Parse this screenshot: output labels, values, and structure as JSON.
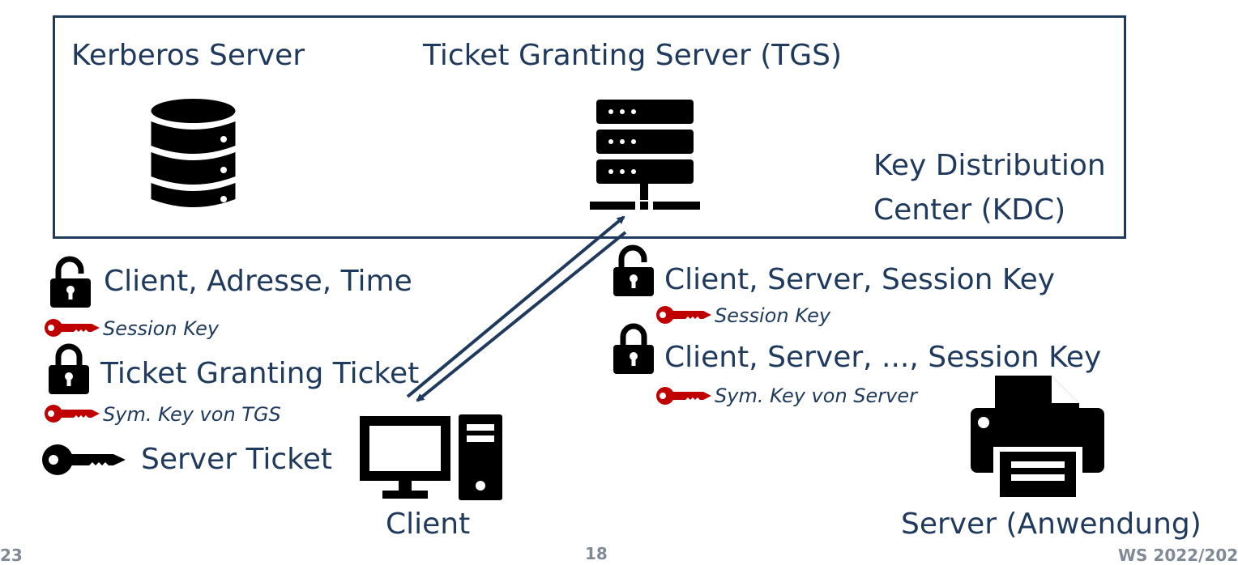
{
  "kdc": {
    "kerberos_server": "Kerberos Server",
    "tgs": "Ticket Granting Server (TGS)",
    "kdc_line1": "Key Distribution",
    "kdc_line2": "Center (KDC)"
  },
  "left_messages": {
    "client_address_time": "Client, Adresse, Time",
    "session_key": "Session Key",
    "ticket_granting_ticket": "Ticket Granting Ticket",
    "sym_key_tgs": "Sym. Key von TGS",
    "server_ticket": "Server Ticket"
  },
  "right_messages": {
    "client_server_session_key": "Client, Server, Session Key",
    "session_key": "Session Key",
    "client_server_ellipsis_session_key": "Client, Server, ..., Session Key",
    "sym_key_server": "Sym. Key von Server"
  },
  "nodes": {
    "client": "Client",
    "server_app": "Server (Anwendung)"
  },
  "footer": {
    "left": "23",
    "page_number": "18",
    "right": "WS 2022/202"
  },
  "colors": {
    "navy": "#1f3a5c",
    "key_red": "#c00000",
    "icon_black": "#000000"
  }
}
